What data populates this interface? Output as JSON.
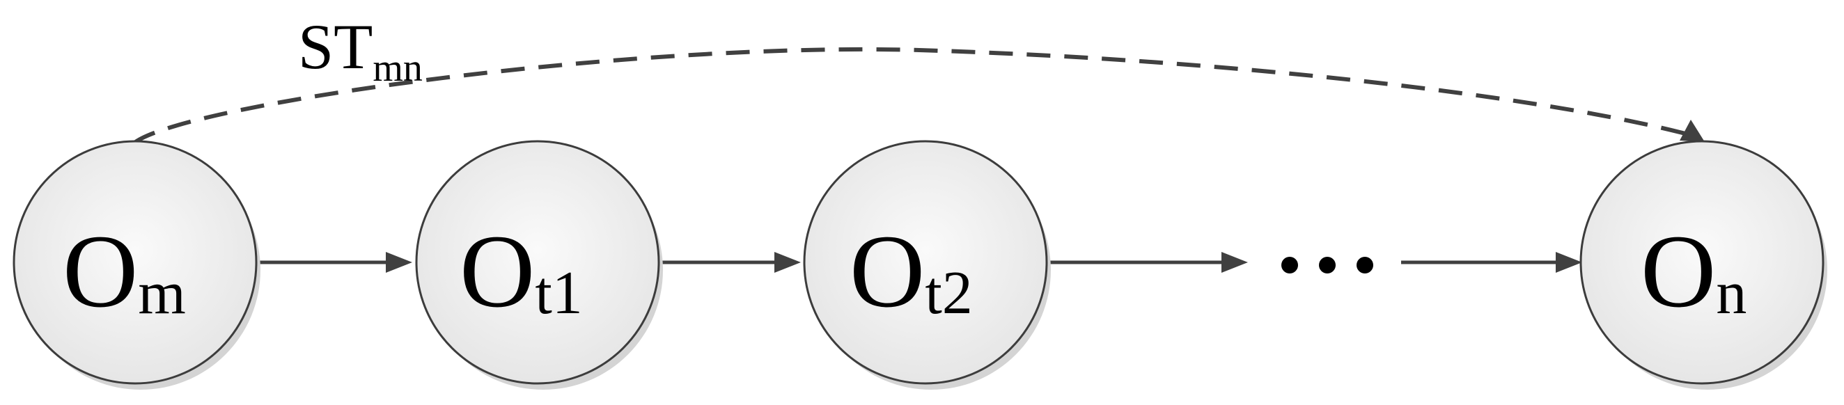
{
  "nodes": [
    {
      "id": "m",
      "main": "O",
      "sub": "m"
    },
    {
      "id": "t1",
      "main": "O",
      "sub": "t1"
    },
    {
      "id": "t2",
      "main": "O",
      "sub": "t2"
    },
    {
      "id": "n",
      "main": "O",
      "sub": "n"
    }
  ],
  "skip_edge": {
    "main": "ST",
    "sub": "mn",
    "style": "dashed"
  },
  "colors": {
    "node_fill_light": "#fafafa",
    "node_fill_dark": "#e6e6e6",
    "node_stroke": "#3c3c3c",
    "shadow": "#d4d4d4",
    "edge": "#404040"
  }
}
